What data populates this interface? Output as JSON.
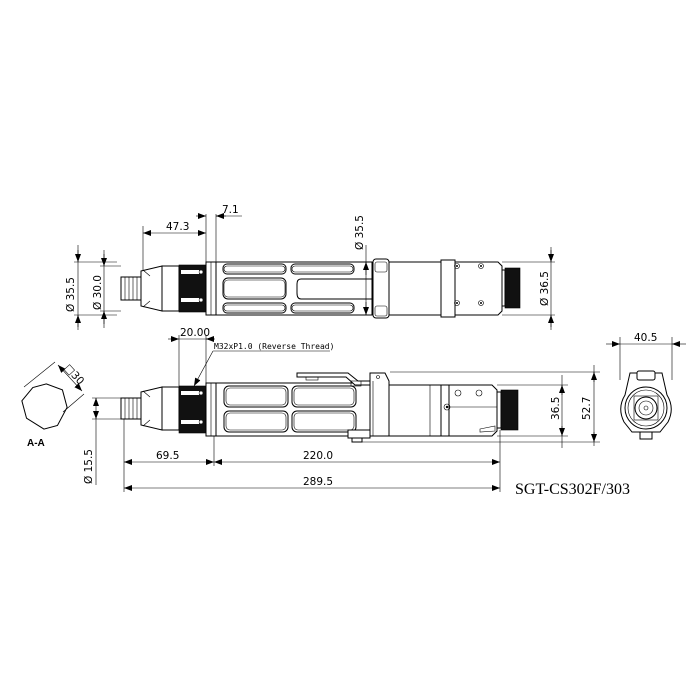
{
  "drawing": {
    "model": "SGT-CS302F/303",
    "section_label": "A-A",
    "section_dim": "□30",
    "thread_note": "M32xP1.0 (Reverse Thread)",
    "top_view": {
      "dim_dia_outer": "Ø 35.5",
      "dim_dia_inner": "Ø 30.0",
      "dim_nose_len": "47.3",
      "dim_ring_len": "7.1",
      "dim_dia_body": "Ø 35.5",
      "dim_dia_tail": "Ø 36.5"
    },
    "side_view": {
      "dim_thread_len": "20.00",
      "dim_bit_dia": "Ø 15.5",
      "dim_front_len": "69.5",
      "dim_body_len": "220.0",
      "dim_total_len": "289.5",
      "dim_tail_height": "36.5",
      "dim_total_height": "52.7"
    },
    "end_view": {
      "dim_width": "40.5"
    }
  }
}
